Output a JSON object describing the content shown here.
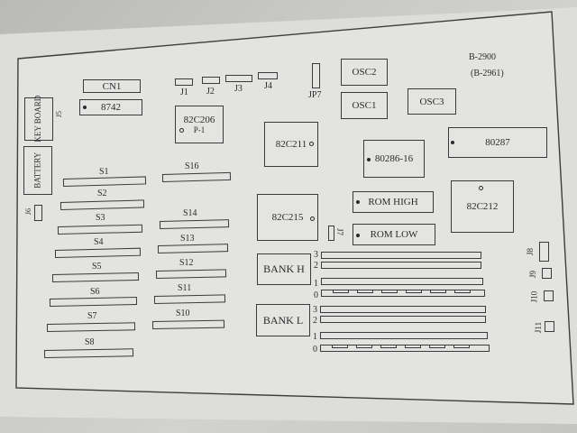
{
  "model": {
    "primary": "B-2900",
    "alt": "(B-2961)"
  },
  "left_vertical": {
    "keyboard": "KEY BOARD",
    "battery": "BATTERY",
    "j5": "J5",
    "j6": "J6"
  },
  "chips": {
    "cn1": "CN1",
    "c8742": "8742",
    "c82c206": "82C206",
    "p1": "P-1",
    "osc1": "OSC1",
    "osc2": "OSC2",
    "osc3": "OSC3",
    "c82c211": "82C211",
    "c80286": "80286-16",
    "c80287": "80287",
    "c82c215": "82C215",
    "rom_high": "ROM HIGH",
    "rom_low": "ROM LOW",
    "c82c212": "82C212",
    "bank_h": "BANK  H",
    "bank_l": "BANK  L"
  },
  "jumpers": {
    "j1": "J1",
    "j2": "J2",
    "j3": "J3",
    "j4": "J4",
    "jp7": "JP7",
    "j7": "J7",
    "j8": "J8",
    "j9": "J9",
    "j10": "J10",
    "j11": "J11"
  },
  "slots_left": [
    "S1",
    "S2",
    "S3",
    "S4",
    "S5",
    "S6",
    "S7",
    "S8"
  ],
  "slots_mid": [
    "S16",
    "S14",
    "S13",
    "S12",
    "S11",
    "S10"
  ],
  "bank_rows": {
    "h": [
      "3",
      "2",
      "1",
      "0"
    ],
    "l": [
      "3",
      "2",
      "1",
      "0"
    ]
  }
}
